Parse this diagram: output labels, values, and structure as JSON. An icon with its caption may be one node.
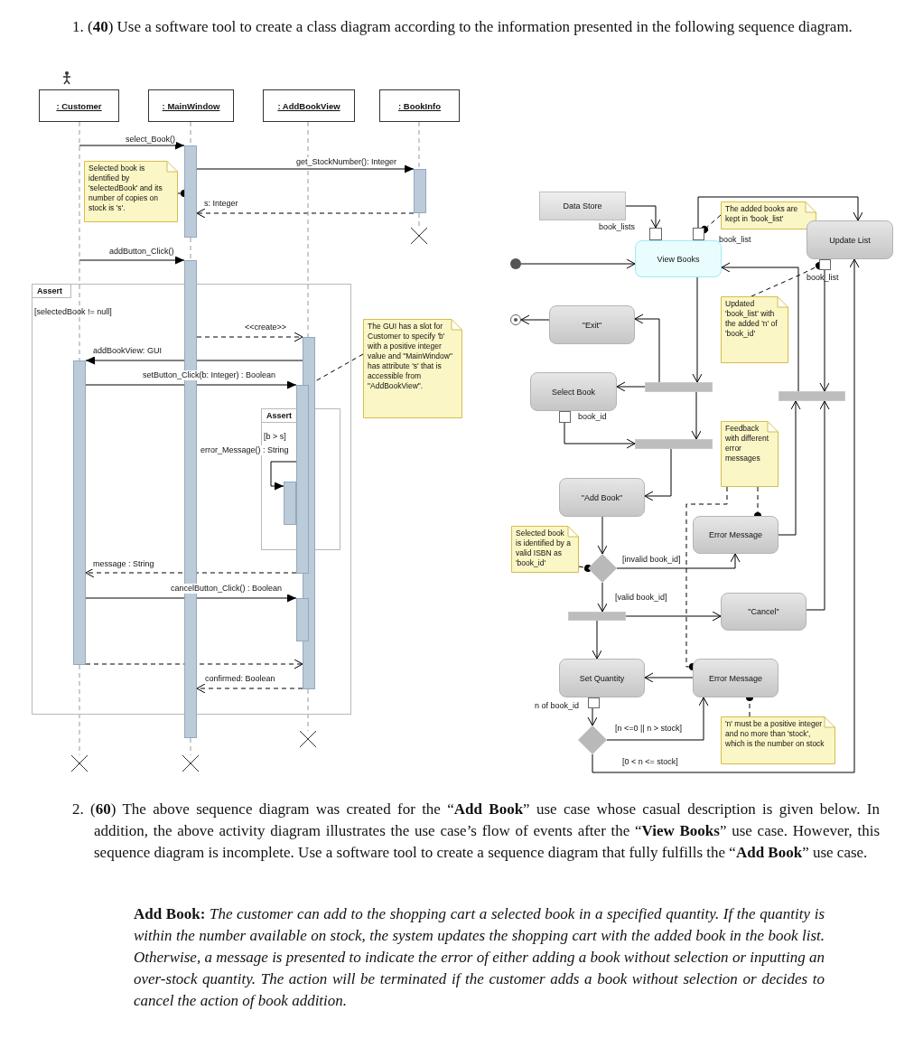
{
  "diagram": {
    "nodes": [
      {
        "text": [
          ": Customer"
        ]
      },
      {
        "text": [
          ": MainWindow"
        ]
      },
      {
        "text": [
          ": AddBookView"
        ]
      },
      {
        "text": [
          ": BookInfo"
        ]
      },
      {
        "text": [
          "Assert",
          "[selectedBook != null]"
        ]
      },
      {
        "text": [
          "Assert",
          "[b > s]"
        ],
        "in": 4
      },
      {
        "text": [
          "Selected book is identified by 'selectedBook' and its number of copies on stock is 's'."
        ]
      },
      {
        "text": [
          "The GUI has a slot for Customer to specify 'b' with a positive integer value and \"MainWindow\" has attribute 's' that is accessible from \"AddBookView\"."
        ]
      },
      {
        "text": [],
        "shape": "bar",
        "in": 4
      },
      {
        "text": [],
        "shape": "bar"
      },
      {
        "text": [],
        "shape": "bar"
      },
      {
        "text": [],
        "shape": "bar",
        "in": 4
      },
      {
        "text": [],
        "shape": "bar",
        "in": 4
      },
      {
        "text": [],
        "shape": "bar",
        "in": 5
      },
      {
        "text": [],
        "shape": "bar",
        "in": 4
      },
      {
        "text": [],
        "shape": "bar"
      },
      {
        "text": [
          "Data Store"
        ]
      },
      {
        "text": [],
        "shape": "box"
      },
      {
        "text": [],
        "shape": "box"
      },
      {
        "text": [
          "The added books are kept in 'book_list'"
        ]
      },
      {
        "text": [],
        "shape": "circle"
      },
      {
        "text": [
          "View Books"
        ]
      },
      {
        "text": [
          "Update List"
        ]
      },
      {
        "text": [],
        "shape": "box"
      },
      {
        "text": [
          "Updated 'book_list' with the added 'n' of 'book_id'"
        ]
      },
      {
        "text": [],
        "shape": "circle"
      },
      {
        "text": [
          "\"Exit\""
        ]
      },
      {
        "text": [
          "Select Book"
        ]
      },
      {
        "text": [],
        "shape": "bar"
      },
      {
        "text": [],
        "shape": "bar"
      },
      {
        "text": [],
        "shape": "box"
      },
      {
        "text": [],
        "shape": "bar"
      },
      {
        "text": [
          "Feedback with different error messages"
        ]
      },
      {
        "text": [
          "\"Add Book\""
        ]
      },
      {
        "text": [
          "Error Message"
        ]
      },
      {
        "text": [
          "Selected book is identified by a valid ISBN as 'book_id'"
        ]
      },
      {
        "text": [],
        "shape": "diamond"
      },
      {
        "text": [
          "\"Cancel\""
        ]
      },
      {
        "text": [],
        "shape": "bar"
      },
      {
        "text": [
          "Set Quantity"
        ]
      },
      {
        "text": [
          "Error Message"
        ]
      },
      {
        "text": [],
        "shape": "box"
      },
      {
        "text": [],
        "shape": "diamond"
      },
      {
        "text": [
          "'n' must be a positive integer and no more than 'stock', which is the number on stock"
        ]
      },
      {
        "text": [],
        "shape": "cross"
      },
      {
        "text": [],
        "shape": "cross"
      },
      {
        "text": [],
        "shape": "cross"
      },
      {
        "text": [],
        "shape": "cross"
      }
    ],
    "edges": [
      {
        "from": null,
        "to": 9,
        "arrow": "to",
        "label": "select_Book()"
      },
      {
        "from": 9,
        "to": 15,
        "arrow": "to",
        "label": "get_StockNumber(): Integer"
      },
      {
        "from": 15,
        "to": 9,
        "arrow": "to",
        "label": "s: Integer",
        "style": "dashed"
      },
      {
        "from": 6,
        "to": 9,
        "arrow": "other",
        "style": "dashed"
      },
      {
        "from": null,
        "to": 10,
        "arrow": "to",
        "label": "addButton_Click()"
      },
      {
        "from": 10,
        "to": 11,
        "arrow": "to",
        "label": "<<create>>",
        "style": "dashed"
      },
      {
        "from": 11,
        "to": 8,
        "arrow": "to",
        "label": "addBookView: GUI"
      },
      {
        "from": 8,
        "to": 12,
        "arrow": "to",
        "label": "setButton_Click(b: Integer) : Boolean"
      },
      {
        "from": 7,
        "to": 12,
        "arrow": "other",
        "style": "dashed"
      },
      {
        "from": 12,
        "to": 13,
        "arrow": "to",
        "label": "error_Message() : String"
      },
      {
        "from": 12,
        "to": 8,
        "arrow": "to",
        "label": "message : String",
        "style": "dashed"
      },
      {
        "from": 8,
        "to": 14,
        "arrow": "to",
        "label": "cancelButton_Click() : Boolean"
      },
      {
        "from": 8,
        "to": 11,
        "arrow": "to",
        "style": "dashed"
      },
      {
        "from": 11,
        "to": 10,
        "arrow": "to",
        "label": "confirmed: Boolean",
        "style": "dashed"
      },
      {
        "from": 20,
        "to": 21,
        "arrow": "to"
      },
      {
        "from": 16,
        "to": 17,
        "arrow": "to"
      },
      {
        "from": 18,
        "to": 22,
        "arrow": "to"
      },
      {
        "from": 23,
        "to": 29,
        "arrow": "to"
      },
      {
        "from": 29,
        "to": 21,
        "arrow": "to"
      },
      {
        "from": 21,
        "to": 28,
        "arrow": "to"
      },
      {
        "from": 28,
        "to": 26,
        "arrow": "to"
      },
      {
        "from": 28,
        "to": 27,
        "arrow": "to"
      },
      {
        "from": 26,
        "to": 25,
        "arrow": "to"
      },
      {
        "from": 28,
        "to": 31,
        "arrow": "to"
      },
      {
        "from": 30,
        "to": 31,
        "arrow": "to"
      },
      {
        "from": 31,
        "to": 33,
        "arrow": "to"
      },
      {
        "from": 33,
        "to": 36,
        "arrow": "to"
      },
      {
        "from": 36,
        "to": 34,
        "arrow": "to",
        "label": "[invalid book_id]"
      },
      {
        "from": 36,
        "to": 38,
        "arrow": "to",
        "label": "[valid book_id]"
      },
      {
        "from": 38,
        "to": 37,
        "arrow": "to"
      },
      {
        "from": 38,
        "to": 39,
        "arrow": "to"
      },
      {
        "from": 37,
        "to": 29,
        "arrow": "to"
      },
      {
        "from": 34,
        "to": 29,
        "arrow": "to"
      },
      {
        "from": 41,
        "to": 42,
        "arrow": "to"
      },
      {
        "from": 42,
        "to": 40,
        "arrow": "to",
        "label": "[n <=0 || n > stock]"
      },
      {
        "from": 40,
        "to": 39,
        "arrow": "to"
      },
      {
        "from": 42,
        "to": 22,
        "arrow": "to",
        "label": "[0 < n <= stock]"
      },
      {
        "from": 19,
        "to": 18,
        "arrow": "other",
        "style": "dashed"
      },
      {
        "from": 24,
        "to": 23,
        "arrow": "other",
        "style": "dashed"
      },
      {
        "from": 32,
        "to": 34,
        "arrow": "other",
        "style": "dashed"
      },
      {
        "from": 32,
        "to": 40,
        "arrow": "other",
        "style": "dashed"
      },
      {
        "from": 35,
        "to": 36,
        "arrow": "other",
        "style": "dashed"
      },
      {
        "from": 43,
        "to": 40,
        "arrow": "other",
        "style": "dashed"
      },
      {
        "from": 0,
        "to": 8,
        "arrow": "none",
        "style": "dashed",
        "color": "#999999"
      },
      {
        "from": 8,
        "to": 44,
        "arrow": "none",
        "style": "dashed",
        "color": "#999999"
      },
      {
        "from": 1,
        "to": 9,
        "arrow": "none",
        "style": "dashed",
        "color": "#999999"
      },
      {
        "from": 9,
        "to": 10,
        "arrow": "none",
        "style": "dashed",
        "color": "#999999"
      },
      {
        "from": 10,
        "to": 45,
        "arrow": "none",
        "style": "dashed",
        "color": "#999999"
      },
      {
        "from": 2,
        "to": 11,
        "arrow": "none",
        "style": "dashed",
        "color": "#999999"
      },
      {
        "from": 11,
        "to": 46,
        "arrow": "none",
        "style": "dashed",
        "color": "#999999"
      },
      {
        "from": 3,
        "to": 15,
        "arrow": "none",
        "style": "dashed",
        "color": "#999999"
      },
      {
        "from": 15,
        "to": 47,
        "arrow": "none",
        "style": "dashed",
        "color": "#999999"
      }
    ],
    "labels": [
      "1. (**40**) Use a software tool to create a class diagram according to the information presented in the following sequence diagram.",
      "book_lists",
      "book_list",
      "book_list",
      "book_id",
      "n of book_id",
      "2. (**60**) The above sequence diagram was created for the “**Add Book**” use case whose casual description is given below. In addition, the above activity diagram illustrates the use case’s flow of events after the “**View Books**” use case. However, this sequence diagram is incomplete. Use a software tool to create a sequence diagram that fully fulfills the “**Add Book**” use case.",
      "**Add Book:** The customer can add to the shopping cart a selected book in a specified quantity. If the quantity is within the number available on stock, the system updates the shopping cart with the added book in the book list. Otherwise, a message is presented to indicate the error of either adding a book without selection or inputting an over-stock quantity. The action will be terminated if the customer adds a book without selection or decides to cancel the action of book addition."
    ]
  }
}
